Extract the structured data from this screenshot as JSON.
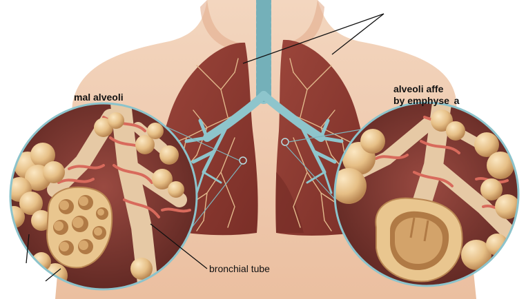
{
  "labels": {
    "normal_alveoli": "mal alveoli",
    "affected_line1": "alveoli affe",
    "affected_line2": "by emphyse  a",
    "bronchial_tube": "bronchial tube"
  },
  "colors": {
    "skin": "#f1cdb2",
    "skin_shadow": "#e3ad8e",
    "lung": "#8e3a31",
    "lung_dark": "#6e2822",
    "airway": "#8ec5cc",
    "vessel": "#e0b58a",
    "alveolus": "#e9c68f",
    "alveolus_shadow": "#c4955e",
    "artery": "#d9675a",
    "lens_border": "#8cc3cb",
    "lens_bg": "#7b3a35"
  },
  "icons": [
    "lungs-illustration",
    "normal-alveoli-magnifier",
    "emphysema-alveoli-magnifier"
  ]
}
